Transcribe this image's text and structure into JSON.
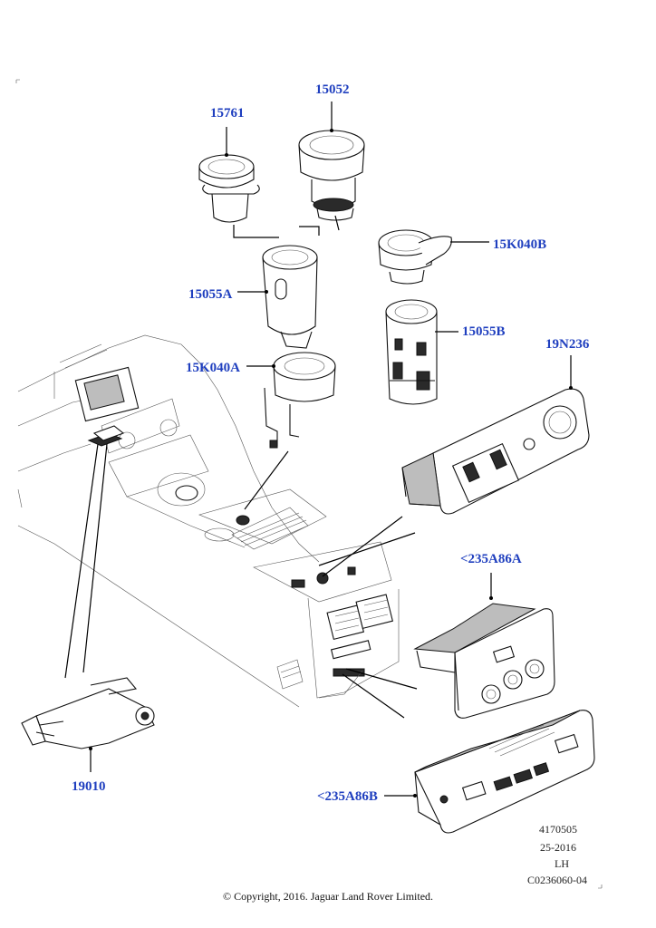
{
  "callouts": {
    "c15761": "15761",
    "c15052": "15052",
    "c15K040B": "15K040B",
    "c15055A": "15055A",
    "c15055B": "15055B",
    "c15K040A": "15K040A",
    "c19N236": "19N236",
    "c235A86A": "<235A86A",
    "c235A86B": "<235A86B",
    "c19010": "19010"
  },
  "meta": {
    "line1": "4170505",
    "line2": "25-2016",
    "line3": "LH",
    "line4": "C0236060-04"
  },
  "copyright": "© Copyright, 2016. Jaguar Land Rover Limited.",
  "colors": {
    "callout": "#1f3fbf",
    "line": "#111111"
  }
}
